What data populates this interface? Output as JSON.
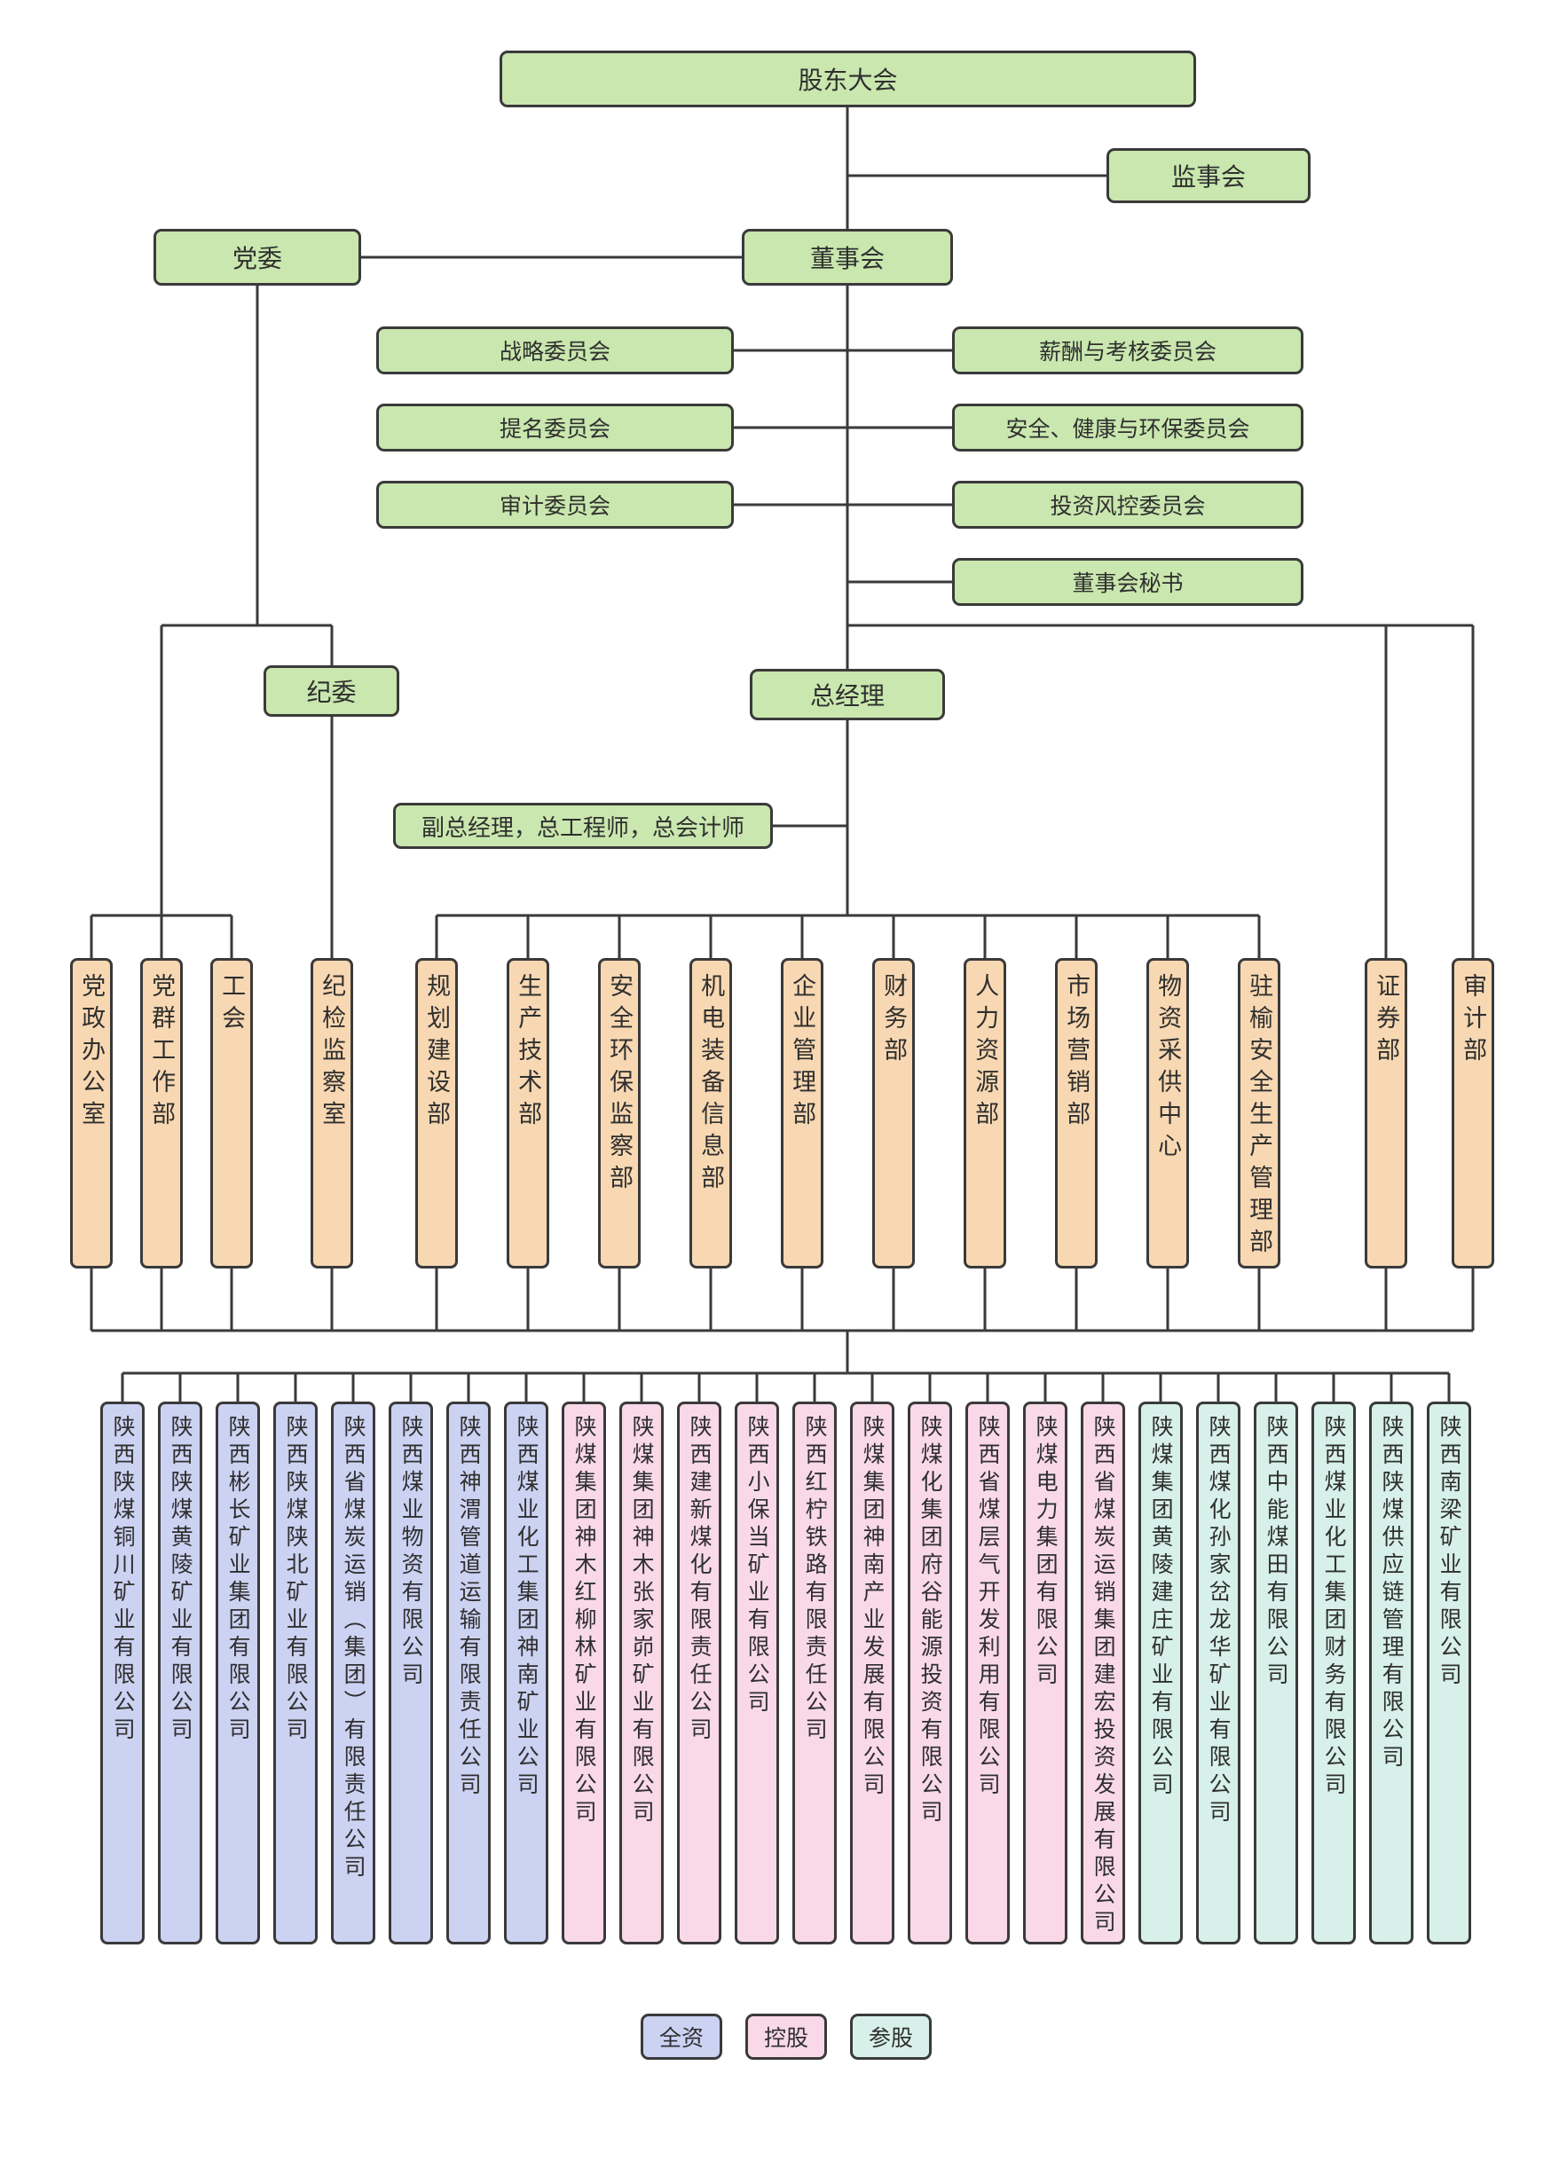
{
  "top": {
    "shareholders": "股东大会",
    "supervisory": "监事会",
    "party_committee": "党委",
    "board": "董事会"
  },
  "committees_left": [
    "战略委员会",
    "提名委员会",
    "审计委员会"
  ],
  "committees_right": [
    "薪酬与考核委员会",
    "安全、健康与环保委员会",
    "投资风控委员会",
    "董事会秘书"
  ],
  "middle": {
    "discipline": "纪委",
    "general_manager": "总经理",
    "deputy_line": "副总经理，总工程师，总会计师"
  },
  "departments": [
    "党政办公室",
    "党群工作部",
    "工会",
    "纪检监察室",
    "规划建设部",
    "生产技术部",
    "安全环保监察部",
    "机电装备信息部",
    "企业管理部",
    "财务部",
    "人力资源部",
    "市场营销部",
    "物资采供中心",
    "驻榆安全生产管理部",
    "证券部",
    "审计部"
  ],
  "subsidiaries": [
    {
      "name": "陕西陕煤铜川矿业有限公司",
      "type": "wholly"
    },
    {
      "name": "陕西陕煤黄陵矿业有限公司",
      "type": "wholly"
    },
    {
      "name": "陕西彬长矿业集团有限公司",
      "type": "wholly"
    },
    {
      "name": "陕西陕煤陕北矿业有限公司",
      "type": "wholly"
    },
    {
      "name": "陕西省煤炭运销（集团）有限责任公司",
      "type": "wholly"
    },
    {
      "name": "陕西煤业物资有限公司",
      "type": "wholly"
    },
    {
      "name": "陕西神渭管道运输有限责任公司",
      "type": "wholly"
    },
    {
      "name": "陕西煤业化工集团神南矿业公司",
      "type": "wholly"
    },
    {
      "name": "陕煤集团神木红柳林矿业有限公司",
      "type": "holding"
    },
    {
      "name": "陕煤集团神木张家峁矿业有限公司",
      "type": "holding"
    },
    {
      "name": "陕西建新煤化有限责任公司",
      "type": "holding"
    },
    {
      "name": "陕西小保当矿业有限公司",
      "type": "holding"
    },
    {
      "name": "陕西红柠铁路有限责任公司",
      "type": "holding"
    },
    {
      "name": "陕煤集团神南产业发展有限公司",
      "type": "holding"
    },
    {
      "name": "陕煤化集团府谷能源投资有限公司",
      "type": "holding"
    },
    {
      "name": "陕西省煤层气开发利用有限公司",
      "type": "holding"
    },
    {
      "name": "陕煤电力集团有限公司",
      "type": "holding"
    },
    {
      "name": "陕西省煤炭运销集团建宏投资发展有限公司",
      "type": "holding"
    },
    {
      "name": "陕煤集团黄陵建庄矿业有限公司",
      "type": "minority"
    },
    {
      "name": "陕西煤化孙家岔龙华矿业有限公司",
      "type": "minority"
    },
    {
      "name": "陕西中能煤田有限公司",
      "type": "minority"
    },
    {
      "name": "陕西煤业化工集团财务有限公司",
      "type": "minority"
    },
    {
      "name": "陕西陕煤供应链管理有限公司",
      "type": "minority"
    },
    {
      "name": "陕西南梁矿业有限公司",
      "type": "minority"
    }
  ],
  "legend": [
    {
      "label": "全资",
      "type": "wholly"
    },
    {
      "label": "控股",
      "type": "holding"
    },
    {
      "label": "参股",
      "type": "minority"
    }
  ],
  "colors": {
    "org_green": "#c9e7ae",
    "dept_orange": "#f8d8b2",
    "wholly_purple": "#ccd2f2",
    "holding_pink": "#f9d9e8",
    "minority_cyan": "#d7f0e9",
    "line": "#3a3a3a"
  }
}
